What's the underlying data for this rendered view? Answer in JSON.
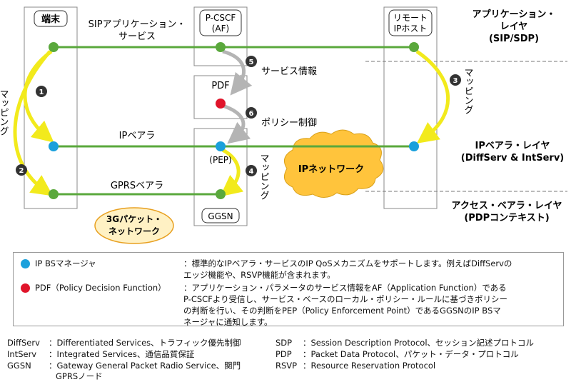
{
  "nodes": {
    "terminal": "端末",
    "pcscf_line1": "P-CSCF",
    "pcscf_line2": "(AF)",
    "pdf": "PDF",
    "pep": "(PEP)",
    "ggsn": "GGSN",
    "remote_line1": "リモート",
    "remote_line2": "IPホスト"
  },
  "flows": {
    "sip_line1": "SIPアプリケーション・",
    "sip_line2": "サービス",
    "ip_bearer": "IPベアラ",
    "gprs_bearer": "GPRSベアラ",
    "service_info": "サービス情報",
    "policy_control": "ポリシー制御",
    "mapping": "マッピング"
  },
  "steps": [
    "❶",
    "❷",
    "❸",
    "❹",
    "❺",
    "❻"
  ],
  "clouds": {
    "ip_network": "IPネットワーク",
    "g3_line1": "3Gパケット・",
    "g3_line2": "ネットワーク"
  },
  "layers": {
    "app_line1": "アプリケーション・",
    "app_line2": "レイヤ",
    "app_line3": "(SIP/SDP)",
    "ipb_line1": "IPベアラ・レイヤ",
    "ipb_line2": "(DiffServ & IntServ)",
    "acc_line1": "アクセス・ベアラ・レイヤ",
    "acc_line2": "(PDPコンテキスト)"
  },
  "legend": [
    {
      "label": "IP BSマネージャ",
      "desc": "：標準的なIPベアラ・サービスのIP QoSメカニズムをサポートします。例えばDiffServの\nエッジ機能や、RSVP機能が含まれます。"
    },
    {
      "label": "PDF（Policy Decision Function）",
      "desc": "：アプリケーション・パラメータのサービス情報をAF（Application Function）である\nP-CSCFより受信し、サービス・ベースのローカル・ポリシー・ルールに基づきポリシー\nの判断を行い、その判断をPEP（Policy Enforcement Point）であるGGSNのIP BSマ\nネージャに通知します。"
    }
  ],
  "abbreviations_left": [
    {
      "term": "DiffServ",
      "desc": "：Differentiated Services、トラフィック優先制御"
    },
    {
      "term": "IntServ",
      "desc": "：Integrated Services、通信品質保証"
    },
    {
      "term": "GGSN",
      "desc": "：Gateway General Packet Radio Service、関門"
    },
    {
      "term": "",
      "desc": "GPRSノード"
    }
  ],
  "abbreviations_right": [
    {
      "term": "SDP",
      "desc": "：Session Description Protocol、セッション記述プロトコル"
    },
    {
      "term": "PDP",
      "desc": "：Packet Data Protocol、パケット・データ・プロトコル"
    },
    {
      "term": "RSVP",
      "desc": "：Resource Reservation Protocol"
    }
  ],
  "colors": {
    "green": "#5aa83c",
    "blue": "#1aa0dc",
    "red": "#e0142a",
    "yellow": "#f2ea1c",
    "cloud": "#ffc43c",
    "cloud3g": "#fff1c4",
    "gray_arrow": "#b4b4b4"
  }
}
